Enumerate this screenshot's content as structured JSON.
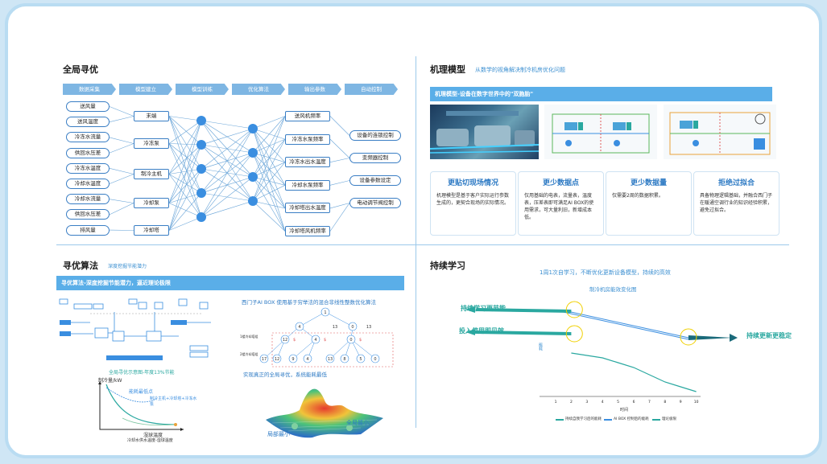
{
  "left_top": {
    "title": "全局寻优",
    "steps": [
      "数据采集",
      "模型建立",
      "模型训练",
      "优化算法",
      "输出参数",
      "自动控制"
    ],
    "inputs": [
      "送风量",
      "送风温度",
      "冷冻水流量",
      "供回水压差",
      "冷冻水温度",
      "冷却水温度",
      "冷却水流量",
      "供回水压差",
      "排风量"
    ],
    "devices": [
      "末端",
      "冷冻泵",
      "制冷主机",
      "冷却泵",
      "冷却塔"
    ],
    "outputs": [
      "送风机频率",
      "冷冻水泵频率",
      "冷冻水出水温度",
      "冷却水泵频率",
      "冷却塔出水温度",
      "冷却塔风机频率"
    ],
    "controls": [
      "设备的连锁控制",
      "变频器控制",
      "设备参数设定",
      "电动调节阀控制"
    ]
  },
  "right_top": {
    "title": "机理模型",
    "subtitle": "从数学的视角解决制冷机房优化问题",
    "banner": "机理模型-设备在数字世界中的\"双胞胎\"",
    "cards": [
      {
        "title": "更贴切现场情况",
        "body": "机理模型是基于客户实际运行参数生成的，更契合现场的实际情况。"
      },
      {
        "title": "更少数据点",
        "body": "仅用基础的电表，流量表，温度表，压差表即可满足AI BOX的使用需求，可大量利旧，新增成本低。"
      },
      {
        "title": "更少数据量",
        "body": "仅需要2周的数据积累。"
      },
      {
        "title": "拒绝过拟合",
        "body": "具备物理逻辑基础，并融合西门子在暖通空调行业的知识经验积累，避免过拟合。"
      }
    ]
  },
  "left_bottom": {
    "title": "寻优算法",
    "subtitle": "深度挖掘节能潜力",
    "banner": "寻优算法-深度挖掘节能潜力，逼近理论极限",
    "algo_title": "西门子AI BOX 使用基于穷举法的混合非线性整数优化算法",
    "tree_rows": [
      "1楼冷却塔组",
      "2楼冷却塔组",
      "3楼冷却塔组"
    ],
    "tree_nodes": [
      "1",
      "4",
      "13",
      "0",
      "13",
      "12",
      "4",
      "0",
      "17",
      "12",
      "9",
      "4",
      "13",
      "8",
      "5",
      "0"
    ],
    "dollar": "$",
    "optimum_caption": "实现真正的全局寻优，系统能耗最低",
    "local_min": "局部最小",
    "global_min": "全局最小",
    "diagram_caption": "全局寻优示意图-年度13%节能",
    "curve_ylabel": "制冷量/kW",
    "curve_xlabel": "湿球温度",
    "curve_xlabel2": "冷却水供水温度-湿球温度",
    "curve_note1": "能耗最低点",
    "curve_note2": "制冷主机+冷却塔+冷冻水泵"
  },
  "right_bottom": {
    "title": "持续学习",
    "caption": "1周1次自学习，不断优化更新设备模型，持续的高效",
    "chart_title": "制冷机房能效变化图",
    "label_left1": "持续学习更节能",
    "label_left2": "投入使用即见效",
    "label_right": "持续更新更稳定",
    "y_label": "能耗",
    "x_label": "时间",
    "x_ticks": [
      "1",
      "2",
      "3",
      "4",
      "5",
      "6",
      "7",
      "8",
      "9",
      "10"
    ],
    "legend": [
      "持续自我学习后的能耗",
      "AI BOX 控制后的能耗",
      "理论极限"
    ],
    "colors": {
      "teal": "#2aa8a0",
      "blue": "#3a8ee0"
    }
  },
  "chart_data": {
    "type": "line",
    "title": "制冷机房能效变化图",
    "xlabel": "时间",
    "ylabel": "能耗",
    "x": [
      1,
      2,
      3,
      4,
      5,
      6,
      7,
      8,
      9,
      10
    ],
    "series": [
      {
        "name": "持续自我学习后的能耗",
        "values": [
          null,
          0.9,
          0.85,
          0.8,
          0.7,
          0.6,
          0.45,
          0.3,
          0.2,
          0.1
        ]
      }
    ]
  }
}
